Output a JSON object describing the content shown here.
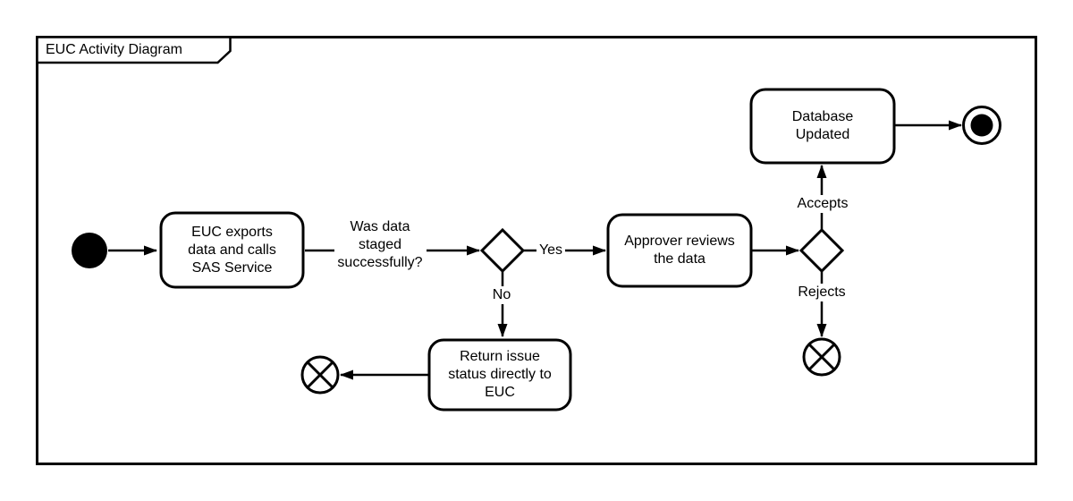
{
  "colors": {
    "stroke": "#000000",
    "node_fill": "#ffffff",
    "background": "#ffffff"
  },
  "diagram": {
    "title": "EUC Activity Diagram",
    "tasks": {
      "export": {
        "label": "EUC exports\ndata and calls\nSAS Service"
      },
      "approver": {
        "label": "Approver reviews\nthe data"
      },
      "database": {
        "label": "Database\nUpdated"
      },
      "return_issue": {
        "label": "Return issue\nstatus directly to\nEUC"
      }
    },
    "edge_labels": {
      "question": "Was data\nstaged\nsuccessfully?",
      "yes": "Yes",
      "no": "No",
      "accepts": "Accepts",
      "rejects": "Rejects"
    },
    "events": {
      "start": "start-event",
      "end": "end-event",
      "cancel_left": "cancel-end-event",
      "cancel_right": "cancel-end-event"
    }
  }
}
